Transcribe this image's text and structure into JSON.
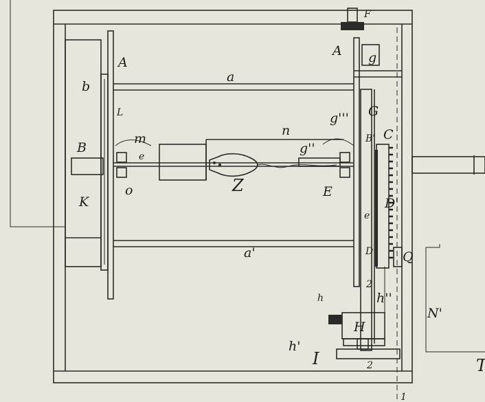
{
  "background_color": "#e6e6dc",
  "ink_color": "#2a2a28",
  "labels": {
    "A_left": "A",
    "A_right": "A",
    "F": "F",
    "a_top": "a",
    "a_bottom": "a'",
    "b": "b",
    "L": "L",
    "m": "m",
    "n": "n",
    "B_left": "B",
    "e_left": "e",
    "o": "o",
    "K": "K",
    "Z": "Z",
    "g": "g",
    "g_triple": "g'''",
    "G": "G",
    "g_double": "g''",
    "B_prime": "B'",
    "C": "C",
    "E": "E",
    "D_prime": "D'",
    "D": "D",
    "e_right": "e",
    "Q": "Q",
    "two_upper": "2",
    "h_double": "h''",
    "h": "h",
    "H": "H",
    "h_prime": "h'",
    "I": "I",
    "two_lower": "2",
    "one": "1",
    "N_prime": "N'",
    "T": "T"
  }
}
